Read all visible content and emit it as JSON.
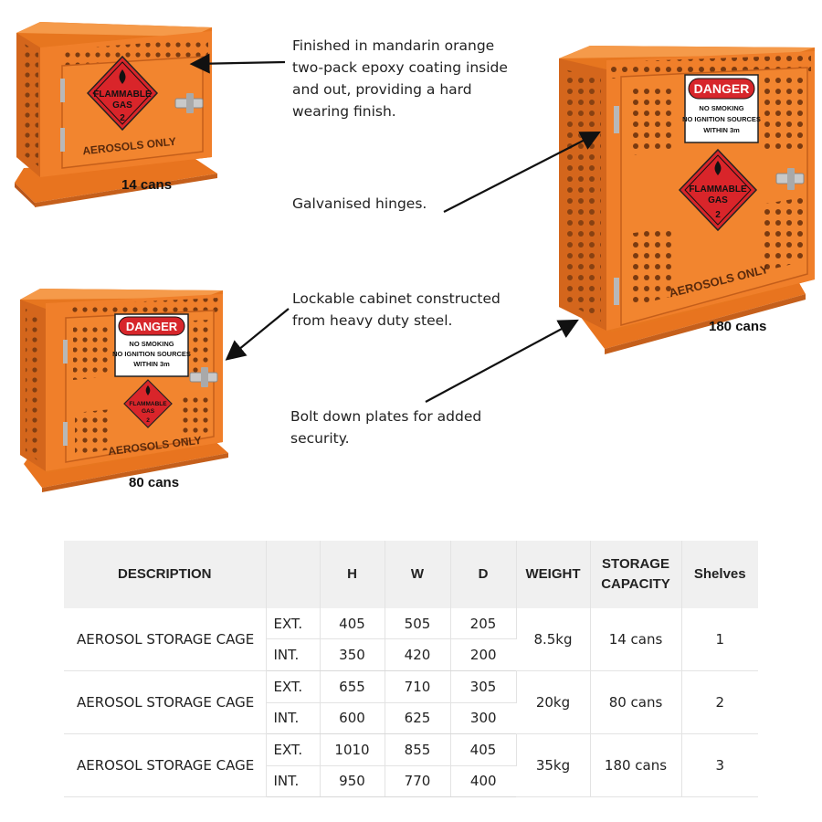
{
  "products": [
    {
      "capacity_label": "14 cans",
      "placard": [
        "FLAMMABLE",
        "GAS",
        "2"
      ],
      "door_text": "AEROSOLS ONLY"
    },
    {
      "capacity_label": "80 cans",
      "placard": [
        "FLAMMABLE",
        "GAS",
        "2"
      ],
      "door_text": "AEROSOLS ONLY",
      "sign": {
        "title": "DANGER",
        "lines": [
          "NO SMOKING",
          "NO IGNITION SOURCES",
          "WITHIN 3m"
        ]
      }
    },
    {
      "capacity_label": "180 cans",
      "placard": [
        "FLAMMABLE",
        "GAS",
        "2"
      ],
      "door_text": "AEROSOLS ONLY",
      "sign": {
        "title": "DANGER",
        "lines": [
          "NO SMOKING",
          "NO IGNITION SOURCES",
          "WITHIN 3m"
        ]
      }
    }
  ],
  "annotations": {
    "finish": "Finished in mandarin orange\ntwo-pack epoxy coating inside\nand out, providing a hard\nwearing finish.",
    "hinges": "Galvanised hinges.",
    "lockable": "Lockable cabinet constructed\nfrom heavy duty steel.",
    "bolt": "Bolt down plates for added\nsecurity."
  },
  "colors": {
    "orange": "#f07f2a",
    "orange_dark": "#c8601a",
    "placard_red": "#d9252a",
    "sign_red": "#d7262b"
  },
  "table": {
    "headers": {
      "description": "DESCRIPTION",
      "h": "H",
      "w": "W",
      "d": "D",
      "weight": "WEIGHT",
      "storage": "STORAGE\nCAPACITY",
      "shelves": "Shelves"
    },
    "rows": [
      {
        "description": "AEROSOL STORAGE CAGE",
        "ext": {
          "label": "EXT.",
          "h": "405",
          "w": "505",
          "d": "205"
        },
        "int": {
          "label": "INT.",
          "h": "350",
          "w": "420",
          "d": "200"
        },
        "weight": "8.5kg",
        "capacity": "14 cans",
        "shelves": "1"
      },
      {
        "description": "AEROSOL STORAGE CAGE",
        "ext": {
          "label": "EXT.",
          "h": "655",
          "w": "710",
          "d": "305"
        },
        "int": {
          "label": "INT.",
          "h": "600",
          "w": "625",
          "d": "300"
        },
        "weight": "20kg",
        "capacity": "80 cans",
        "shelves": "2"
      },
      {
        "description": "AEROSOL STORAGE CAGE",
        "ext": {
          "label": "EXT.",
          "h": "1010",
          "w": "855",
          "d": "405"
        },
        "int": {
          "label": "INT.",
          "h": "950",
          "w": "770",
          "d": "400"
        },
        "weight": "35kg",
        "capacity": "180 cans",
        "shelves": "3"
      }
    ]
  }
}
